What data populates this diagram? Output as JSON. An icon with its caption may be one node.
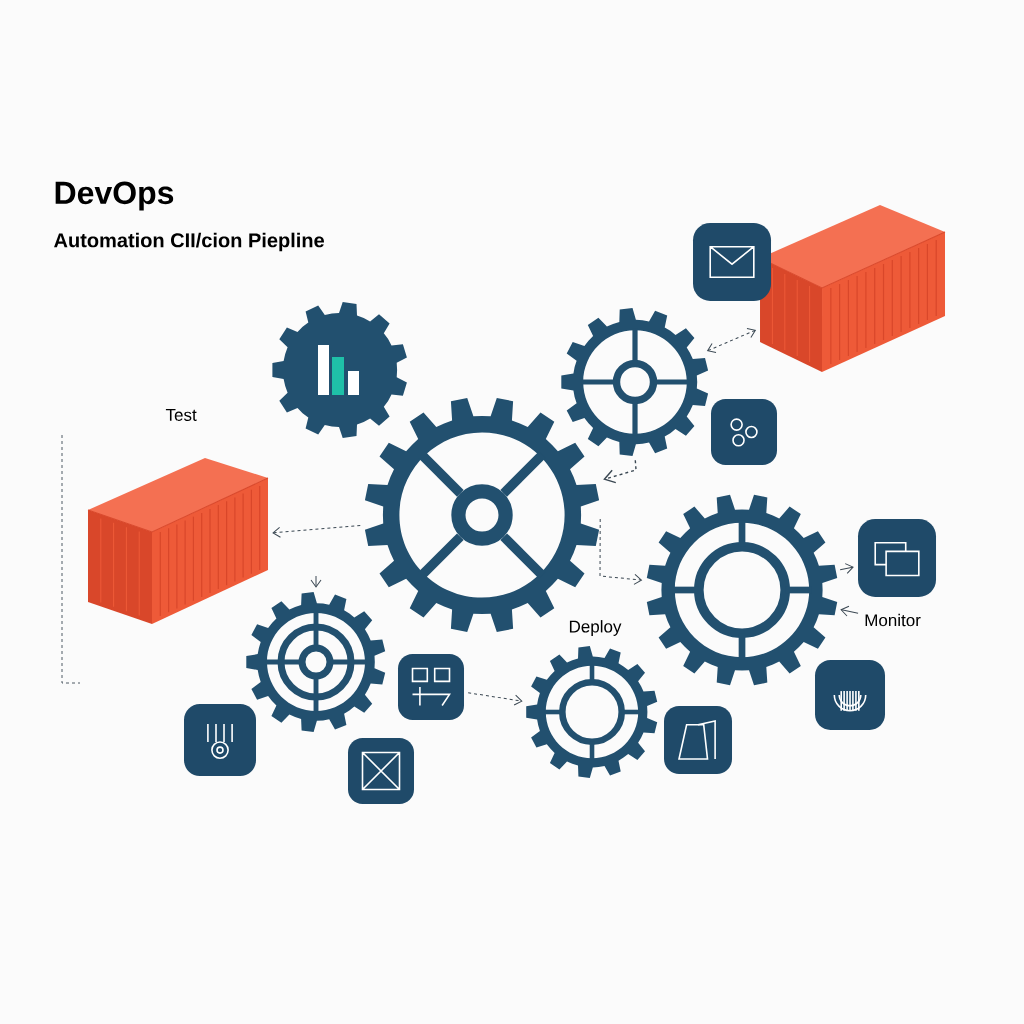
{
  "diagram": {
    "title": "DevOps",
    "nodes": [
      {
        "text": [],
        "shape": "picture"
      },
      {
        "text": [],
        "shape": "picture"
      },
      {
        "text": [],
        "shape": "picture"
      },
      {
        "text": [],
        "shape": "picture"
      },
      {
        "text": [],
        "shape": "picture"
      },
      {
        "text": [],
        "shape": "picture"
      },
      {
        "text": [],
        "shape": "picture"
      },
      {
        "text": [],
        "shape": "picture"
      },
      {
        "text": [],
        "shape": "picture"
      },
      {
        "text": [],
        "shape": "picture"
      },
      {
        "text": [
          "Monitor"
        ]
      }
    ],
    "edges": [
      {
        "from": 1,
        "to": 6,
        "arrow": "to",
        "style": "dashed"
      },
      {
        "from": 2,
        "to": 7,
        "arrow": "both",
        "style": "dashed"
      },
      {
        "from": 2,
        "to": 1,
        "arrow": "to",
        "style": "dashed"
      },
      {
        "from": 1,
        "to": 3,
        "arrow": "to",
        "style": "dashed"
      },
      {
        "from": 9,
        "to": 5,
        "arrow": "to",
        "style": "dashed"
      },
      {
        "from": 3,
        "to": 8,
        "arrow": "to"
      },
      {
        "from": null,
        "to": 4,
        "arrow": "to"
      },
      {
        "from": 10,
        "to": 3,
        "arrow": "to"
      }
    ],
    "labels": [
      "Automation CII/cion Piepline",
      "Test",
      "Deploy"
    ]
  }
}
